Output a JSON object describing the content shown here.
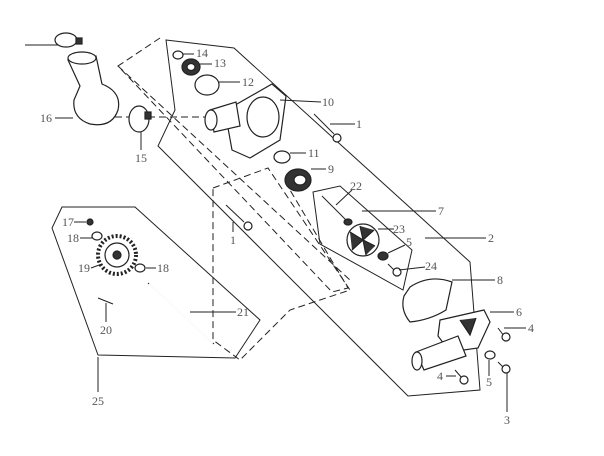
{
  "diagram": {
    "title": "Water pump exploded parts diagram",
    "callouts": {
      "c1_right": "1",
      "c1_left": "1",
      "c2": "2",
      "c3": "3",
      "c4_right": "4",
      "c4_left": "4",
      "c5_upper": "5",
      "c5_lower": "5",
      "c6": "6",
      "c7": "7",
      "c8": "8",
      "c9": "9",
      "c10": "10",
      "c11": "11",
      "c12": "12",
      "c13": "13",
      "c14": "14",
      "c15": "15",
      "c16": "16",
      "c17": "17",
      "c18_left": "18",
      "c18_right": "18",
      "c19": "19",
      "c20": "20",
      "c21": "21",
      "c22": "22",
      "c23": "23",
      "c24": "24",
      "c25": "25"
    }
  }
}
